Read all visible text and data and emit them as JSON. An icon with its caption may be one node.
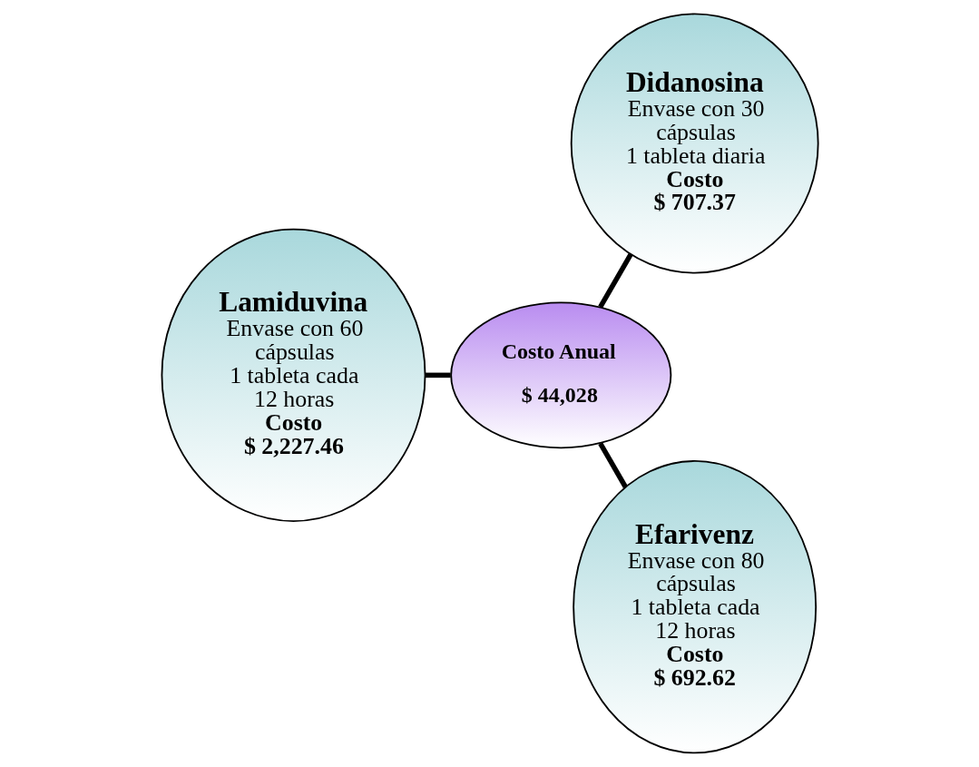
{
  "diagram": {
    "nodes": [
      {
        "text": [
          "Didanosina",
          "Envase con 30 cápsulas",
          "1 tableta diaria",
          "Costo",
          "$ 707.37"
        ]
      },
      {
        "text": [
          "Costo Anual",
          "$ 44,028"
        ]
      },
      {
        "text": [
          "Lamiduvina",
          "Envase con 60 cápsulas",
          "1 tableta cada 12 horas",
          "Costo",
          "$ 2,227.46"
        ]
      },
      {
        "text": [
          "Efarivenz",
          "Envase con 80 cápsulas",
          "1 tableta cada 12 horas",
          "Costo",
          "$ 692.62"
        ]
      }
    ],
    "edges": [
      {
        "from": 1,
        "to": 0,
        "arrow": "none"
      },
      {
        "from": 1,
        "to": 2,
        "arrow": "none"
      },
      {
        "from": 1,
        "to": 3,
        "arrow": "none"
      }
    ]
  }
}
